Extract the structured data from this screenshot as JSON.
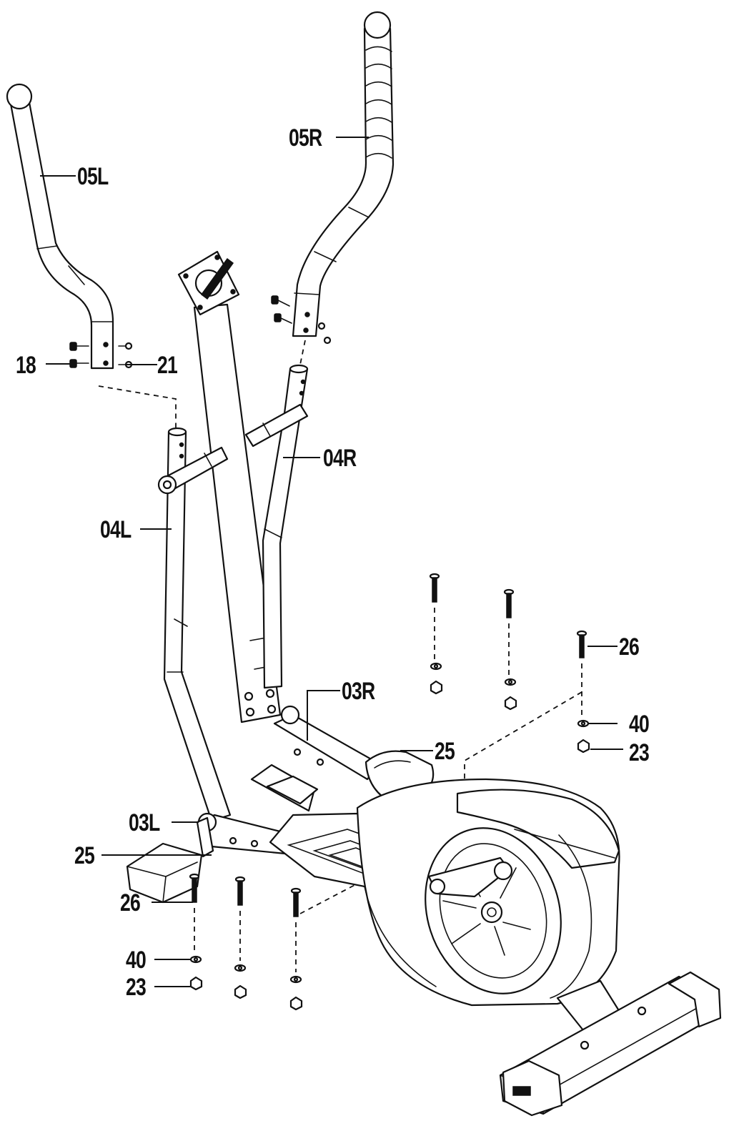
{
  "diagram": {
    "callouts": {
      "handlebar_left": "05L",
      "handlebar_right": "05R",
      "bolt_18": "18",
      "washer_21": "21",
      "upright_arm_left": "04L",
      "upright_arm_right": "04R",
      "pedal_arm_left": "03L",
      "pedal_arm_right": "03R",
      "pedal_front": "25",
      "pedal_rear": "25",
      "carriage_bolt_front": "26",
      "washer_front": "40",
      "nut_front": "23",
      "carriage_bolt_rear": "26",
      "washer_rear": "40",
      "nut_rear": "23"
    },
    "line_color": "#111111",
    "background": "#ffffff"
  }
}
